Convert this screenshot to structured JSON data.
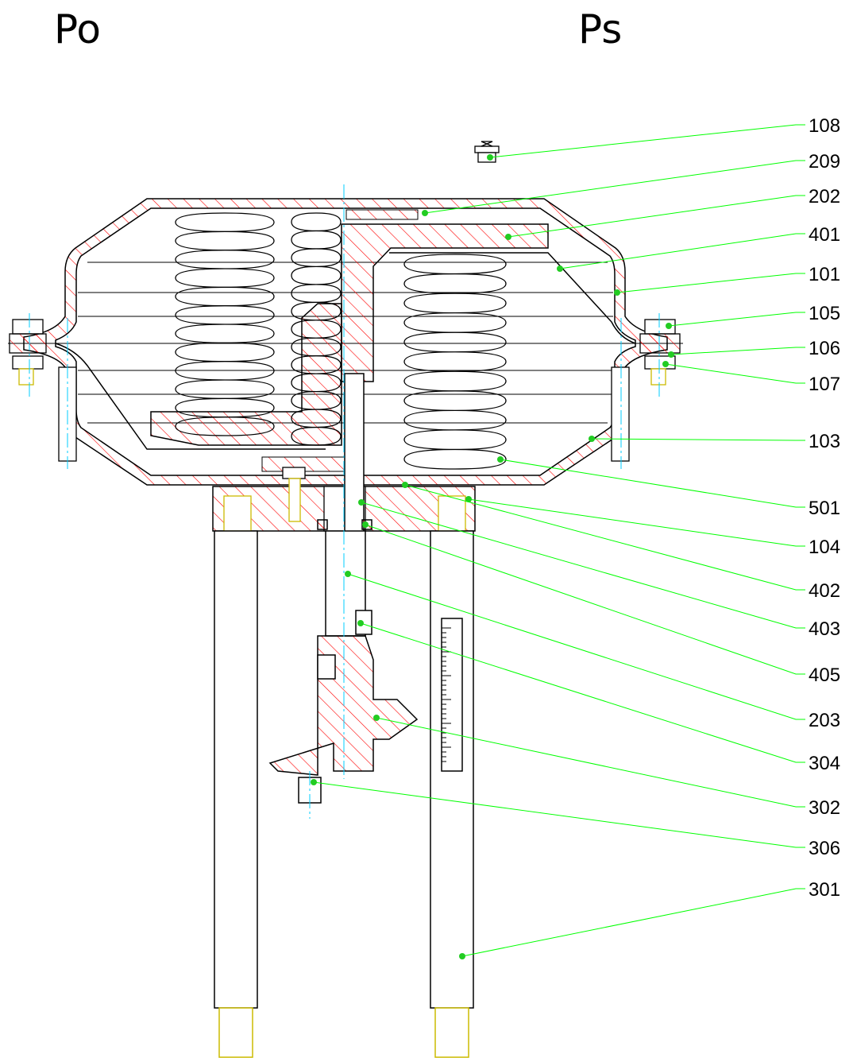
{
  "labels": {
    "left": "Po",
    "right": "Ps"
  },
  "colors": {
    "outline": "#000000",
    "hatch": "#ff0000",
    "leader": "#00ff00",
    "dot": "#22cc22",
    "centerline": "#00ccff",
    "thread": "#ccbb00"
  },
  "callouts": [
    {
      "id": "108",
      "label": "108"
    },
    {
      "id": "209",
      "label": "209"
    },
    {
      "id": "202",
      "label": "202"
    },
    {
      "id": "401",
      "label": "401"
    },
    {
      "id": "101",
      "label": "101"
    },
    {
      "id": "105",
      "label": "105"
    },
    {
      "id": "106",
      "label": "106"
    },
    {
      "id": "107",
      "label": "107"
    },
    {
      "id": "103",
      "label": "103"
    },
    {
      "id": "501",
      "label": "501"
    },
    {
      "id": "104",
      "label": "104"
    },
    {
      "id": "402",
      "label": "402"
    },
    {
      "id": "403",
      "label": "403"
    },
    {
      "id": "405",
      "label": "405"
    },
    {
      "id": "203",
      "label": "203"
    },
    {
      "id": "304",
      "label": "304"
    },
    {
      "id": "302",
      "label": "302"
    },
    {
      "id": "306",
      "label": "306"
    },
    {
      "id": "301",
      "label": "301"
    }
  ]
}
